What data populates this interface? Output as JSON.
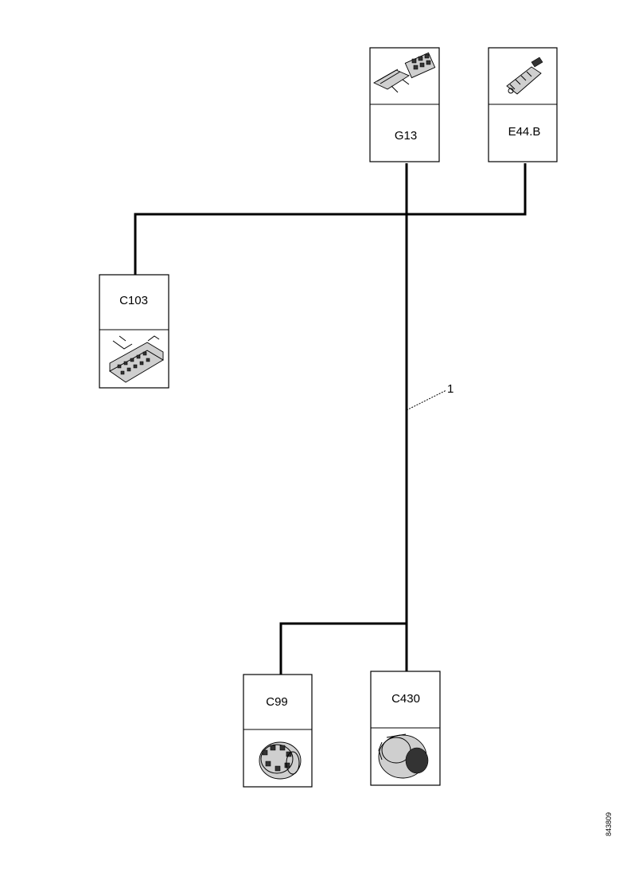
{
  "connectors": {
    "g13": {
      "label": "G13",
      "icon": "connector-plug-icon"
    },
    "e44b": {
      "label": "E44.B",
      "icon": "terminal-connector-icon"
    },
    "c103": {
      "label": "C103",
      "icon": "multi-pin-connector-icon"
    },
    "c99": {
      "label": "C99",
      "icon": "round-connector-icon"
    },
    "c430": {
      "label": "C430",
      "icon": "round-connector-icon"
    }
  },
  "wire_callout": "1",
  "figure_ref": "843809"
}
